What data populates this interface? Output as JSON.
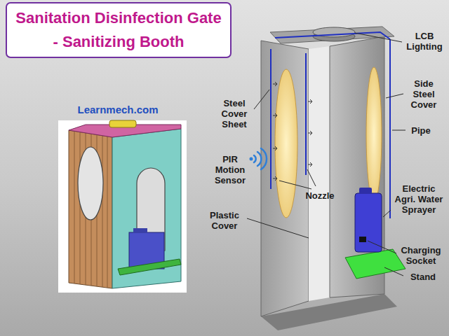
{
  "diagram": {
    "title": "Sanitation Disinfection Gate - Sanitizing Booth",
    "labels": [
      "Learnmech.com",
      "LCB Lighting",
      "Side Steel Cover",
      "Steel Cover Sheet",
      "Pipe",
      "PIR Motion Sensor",
      "Nozzle",
      "Electric Agri. Water Sprayer",
      "Plastic Cover",
      "Charging Socket",
      "Stand"
    ]
  }
}
